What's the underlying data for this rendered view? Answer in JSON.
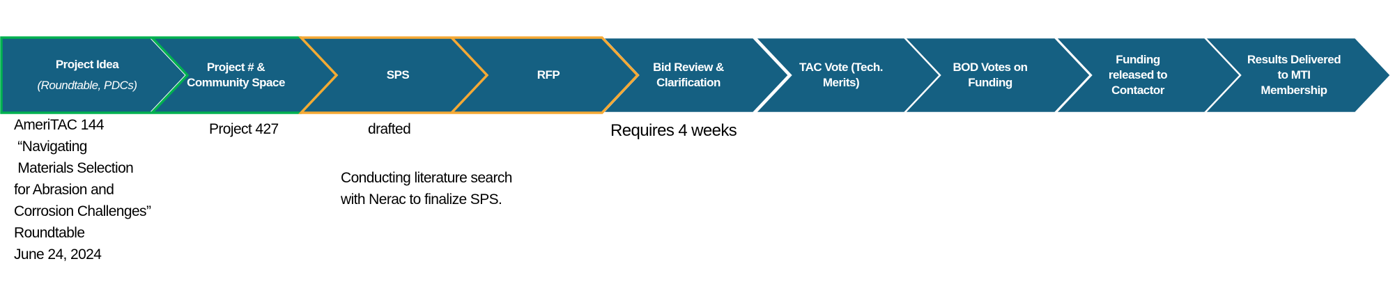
{
  "colors": {
    "fill": "#156082",
    "green": "#00B050",
    "orange": "#F5A935",
    "separator": "#ffffff"
  },
  "stages": [
    {
      "title": "Project Idea",
      "subtitle": "(Roundtable, PDCs)"
    },
    {
      "title": "Project # & Community Space"
    },
    {
      "title": "SPS"
    },
    {
      "title": "RFP"
    },
    {
      "title": "Bid Review & Clarification"
    },
    {
      "title": "TAC Vote (Tech. Merits)"
    },
    {
      "title": "BOD Votes on Funding"
    },
    {
      "title": "Funding released to Contactor"
    },
    {
      "title": "Results Delivered to MTI Membership"
    }
  ],
  "notes": {
    "project_idea": "AmeriTAC 144\n “Navigating\n Materials Selection\nfor Abrasion and\nCorrosion Challenges”\nRoundtable\nJune 24, 2024",
    "project_number": "Project 427",
    "sps_status": "drafted",
    "sps_detail": "Conducting literature search\nwith Nerac to finalize SPS.",
    "bid_review": "Requires 4 weeks"
  }
}
